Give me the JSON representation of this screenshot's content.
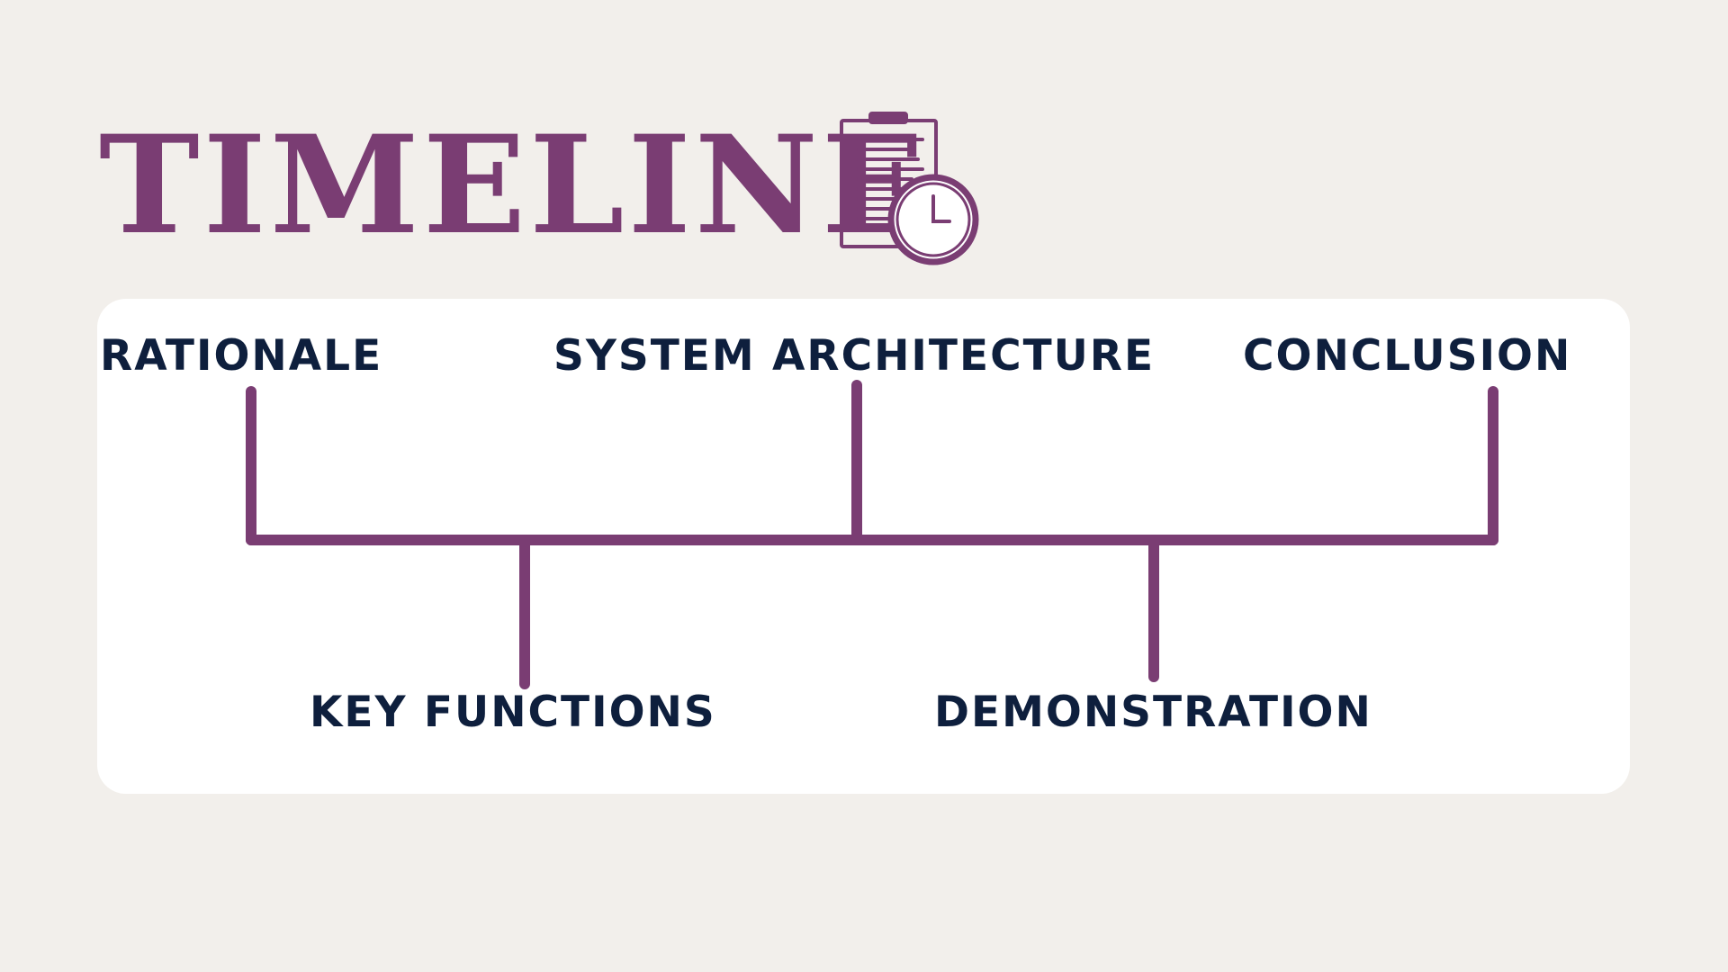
{
  "title": "TIMELINE",
  "title_icon": "clipboard-clock-icon",
  "colors": {
    "background": "#f2efeb",
    "card": "#ffffff",
    "accent": "#7a3d73",
    "label": "#0e1f3d"
  },
  "timeline": {
    "top": [
      "RATIONALE",
      "SYSTEM ARCHITECTURE",
      "CONCLUSION"
    ],
    "bottom": [
      "KEY FUNCTIONS",
      "DEMONSTRATION"
    ]
  }
}
